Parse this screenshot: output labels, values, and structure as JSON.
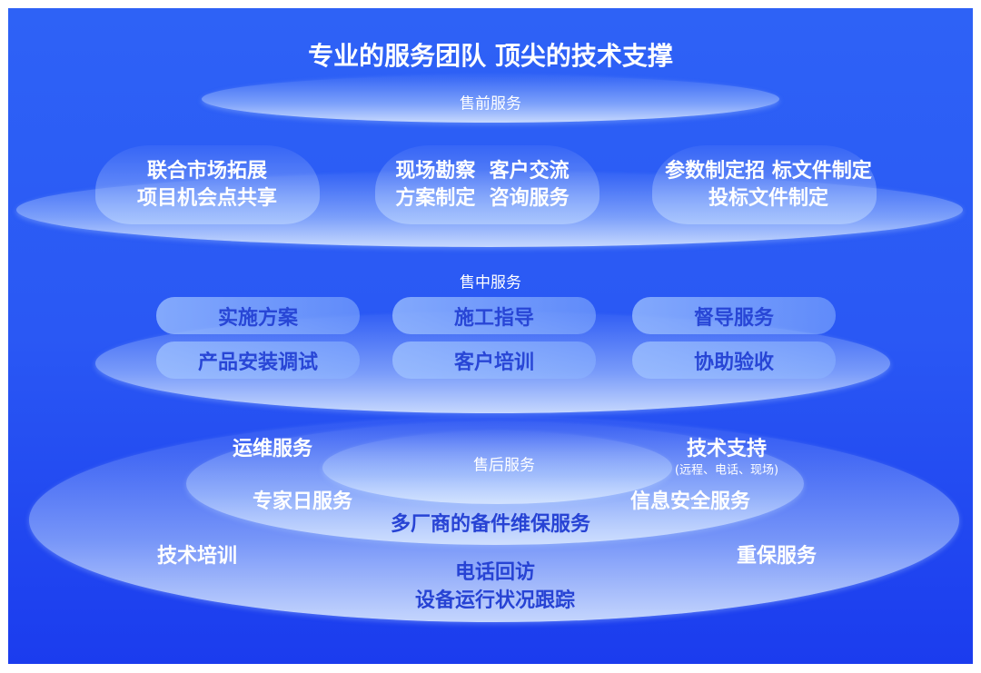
{
  "title": "专业的服务团队 顶尖的技术支撑",
  "pre_sale": {
    "label": "售前服务",
    "bubbles": [
      [
        "联合市场拓展",
        "项目机会点共享"
      ],
      [
        "现场勘察  客户交流",
        "方案制定  咨询服务"
      ],
      [
        "参数制定招 标文件制定",
        "投标文件制定"
      ]
    ]
  },
  "mid_sale": {
    "label": "售中服务",
    "items": [
      "实施方案",
      "施工指导",
      "督导服务",
      "产品安装调试",
      "客户培训",
      "协助验收"
    ]
  },
  "after_sale": {
    "label": "售后服务",
    "ops": "运维服务",
    "tech_support": "技术支持",
    "tech_support_note": "(远程、电话、现场)",
    "expert_day": "专家日服务",
    "info_security": "信息安全服务",
    "spare_parts": "多厂商的备件维保服务",
    "tech_training": "技术培训",
    "key_protection": "重保服务",
    "phone_visit": "电话回访",
    "device_tracking": "设备运行状况跟踪"
  }
}
